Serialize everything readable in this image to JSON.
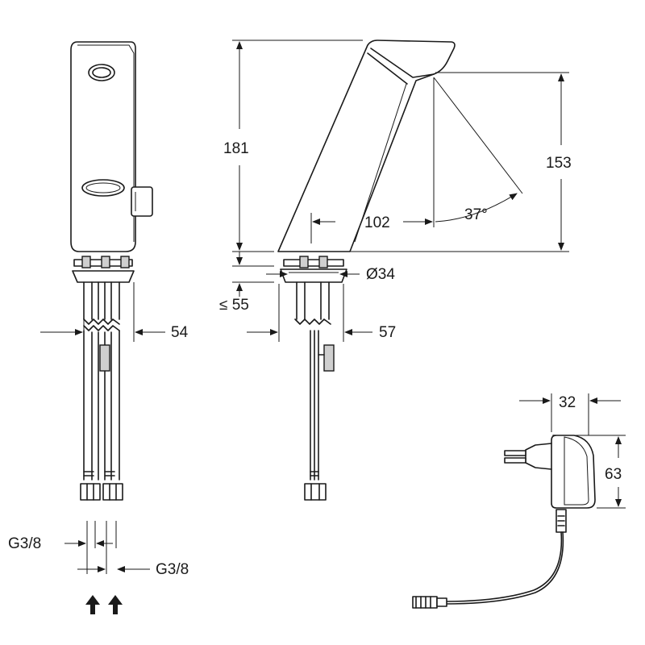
{
  "dimensions": {
    "side_width": "54",
    "height_total": "181",
    "height_spout": "153",
    "reach": "102",
    "angle": "37°",
    "diameter": "Ø34",
    "deck_thickness": "≤ 55",
    "base_width": "57",
    "adapter_width": "32",
    "adapter_height": "63",
    "connection_left": "G3/8",
    "connection_right": "G3/8"
  },
  "colors": {
    "line": "#1a1a1a",
    "fill_grey": "#cfcfcf"
  },
  "icons": [
    "water-inlet-arrow-icon",
    "water-inlet-arrow-icon"
  ]
}
